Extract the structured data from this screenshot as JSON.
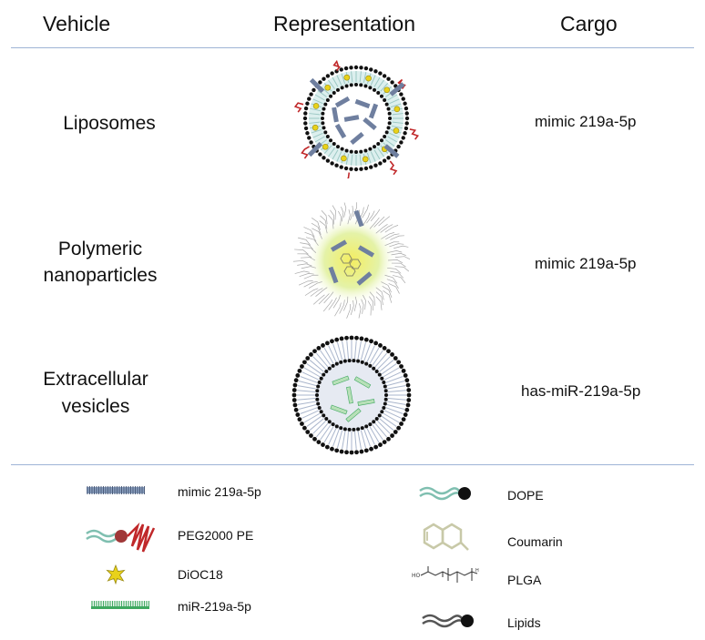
{
  "header": {
    "vehicle": "Vehicle",
    "representation": "Representation",
    "cargo": "Cargo"
  },
  "rows": [
    {
      "vehicle_line1": "Liposomes",
      "vehicle_line2": "",
      "cargo": "mimic 219a-5p"
    },
    {
      "vehicle_line1": "Polymeric",
      "vehicle_line2": "nanoparticles",
      "cargo": "mimic 219a-5p"
    },
    {
      "vehicle_line1": "Extracellular",
      "vehicle_line2": "vesicles",
      "cargo": "has-miR-219a-5p"
    }
  ],
  "legend": {
    "left": [
      {
        "icon": "mimic-strand-icon",
        "label": "mimic 219a-5p"
      },
      {
        "icon": "peg2000-pe-icon",
        "label": "PEG2000 PE"
      },
      {
        "icon": "dioc18-star-icon",
        "label": "DiOC18"
      },
      {
        "icon": "mir-strand-icon",
        "label": "miR-219a-5p"
      }
    ],
    "right": [
      {
        "icon": "dope-lipid-icon",
        "label": "DOPE"
      },
      {
        "icon": "coumarin-structure-icon",
        "label": "Coumarin"
      },
      {
        "icon": "plga-structure-icon",
        "label": "PLGA"
      },
      {
        "icon": "lipid-icon",
        "label": "Lipids"
      }
    ]
  },
  "colors": {
    "rule": "#9fb4d6",
    "mimic": "#6f7f9f",
    "mir": "#3fa860",
    "peg": "#c0282a",
    "dioc18": "#e8d21a",
    "coumarin": "#c8c9a8"
  }
}
